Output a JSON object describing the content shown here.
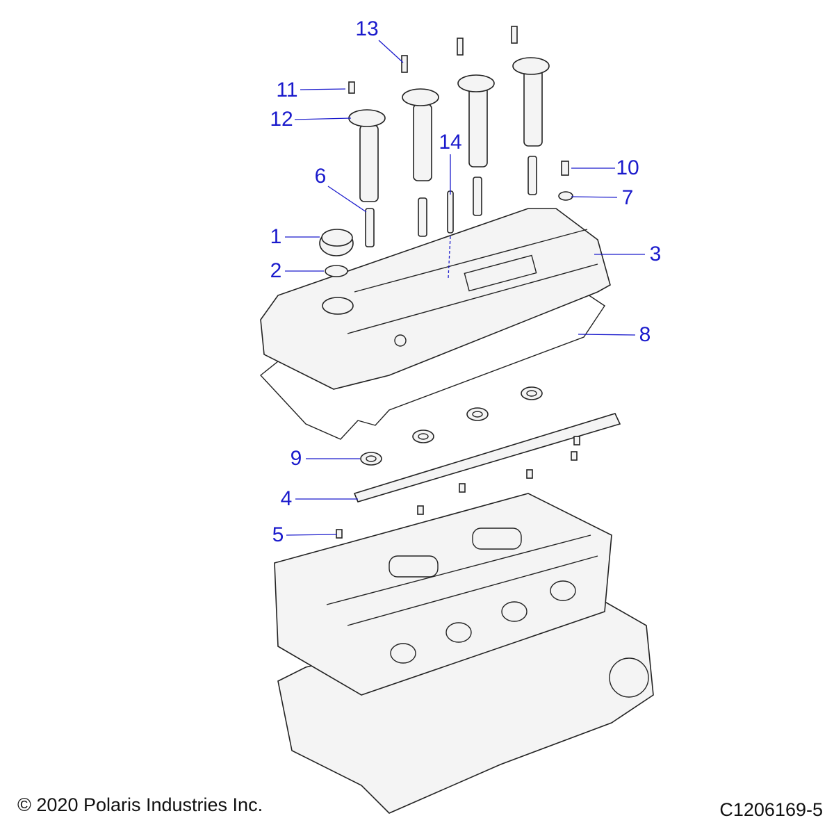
{
  "callouts": {
    "c1": "1",
    "c2": "2",
    "c3": "3",
    "c4": "4",
    "c5": "5",
    "c6": "6",
    "c7": "7",
    "c8": "8",
    "c9": "9",
    "c10": "10",
    "c11": "11",
    "c12": "12",
    "c13": "13",
    "c14": "14"
  },
  "footer": {
    "copyright": "© 2020 Polaris Industries Inc.",
    "diagram_id": "C1206169-5"
  },
  "colors": {
    "callout": "#1a1acc"
  }
}
